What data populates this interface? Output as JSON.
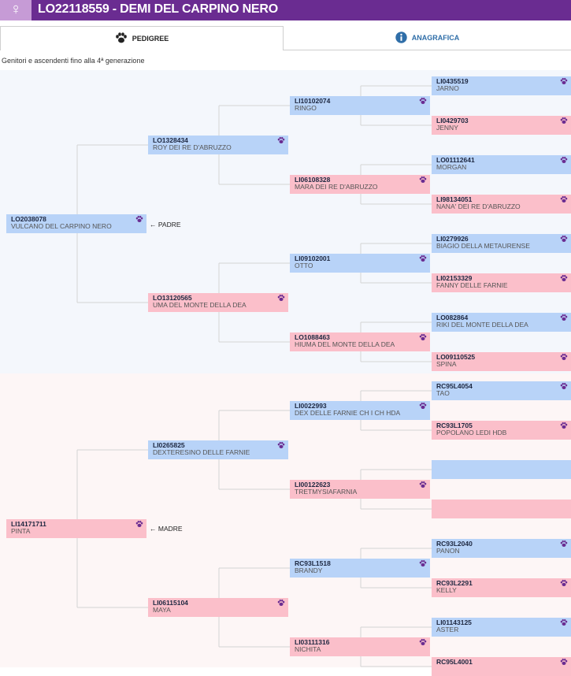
{
  "header": {
    "gender_symbol": "♀",
    "title": "LO22118559 - DEMI DEL CARPINO NERO",
    "bar_color": "#6a2c91"
  },
  "tabs": [
    {
      "label": "PEDIGREE",
      "icon": "paw-icon"
    },
    {
      "label": "ANAGRAFICA",
      "icon": "info-icon"
    }
  ],
  "subtitle": "Genitori e ascendenti fino alla 4ª generazione",
  "relations": {
    "sire": "← PADRE",
    "dam": "← MADRE"
  },
  "colors": {
    "male": "#b8d3f8",
    "female": "#fbbfca",
    "paw": "#6a2c91"
  },
  "pedigree": {
    "sire": {
      "reg": "LO2038078",
      "name": "VULCANO DEL CARPINO NERO"
    },
    "dam": {
      "reg": "LI14171711",
      "name": "PINTA"
    },
    "gen2": [
      {
        "reg": "LO1328434",
        "name": "ROY DEI RE D'ABRUZZO"
      },
      {
        "reg": "LO13120565",
        "name": "UMA DEL MONTE DELLA DEA"
      },
      {
        "reg": "LI0265825",
        "name": "DEXTERESINO DELLE FARNIE"
      },
      {
        "reg": "LI06115104",
        "name": "MAYA"
      }
    ],
    "gen3": [
      {
        "reg": "LI10102074",
        "name": "RINGO"
      },
      {
        "reg": "LI06108328",
        "name": "MARA DEI RE D'ABRUZZO"
      },
      {
        "reg": "LI09102001",
        "name": "OTTO"
      },
      {
        "reg": "LO1088463",
        "name": "HIUMA DEL MONTE DELLA DEA"
      },
      {
        "reg": "LI0022993",
        "name": "DEX DELLE FARNIE CH I CH HDA"
      },
      {
        "reg": "LI00122623",
        "name": "TRETMYSIAFARNIA"
      },
      {
        "reg": "RC93L1518",
        "name": "BRANDY"
      },
      {
        "reg": "LI03111316",
        "name": "NICHITA"
      }
    ],
    "gen4": [
      {
        "reg": "LI0435519",
        "name": "JARNO"
      },
      {
        "reg": "LI0429703",
        "name": "JENNY"
      },
      {
        "reg": "LO01112641",
        "name": "MORGAN"
      },
      {
        "reg": "LI98134051",
        "name": "NANA' DEI RE D'ABRUZZO"
      },
      {
        "reg": "LI0279926",
        "name": "BIAGIO DELLA METAURENSE"
      },
      {
        "reg": "LI02153329",
        "name": "FANNY DELLE FARNIE"
      },
      {
        "reg": "LO082864",
        "name": "RIKI DEL MONTE DELLA DEA"
      },
      {
        "reg": "LO09110525",
        "name": "SPINA"
      },
      {
        "reg": "RC95L4054",
        "name": "TAO"
      },
      {
        "reg": "RC93L1705",
        "name": "POPOLANO LEDI HDB"
      },
      {
        "reg": "",
        "name": ""
      },
      {
        "reg": "",
        "name": ""
      },
      {
        "reg": "RC93L2040",
        "name": "PANON"
      },
      {
        "reg": "RC93L2291",
        "name": "KELLY"
      },
      {
        "reg": "LI01143125",
        "name": "ASTER"
      },
      {
        "reg": "RC95L4001",
        "name": ""
      }
    ]
  }
}
